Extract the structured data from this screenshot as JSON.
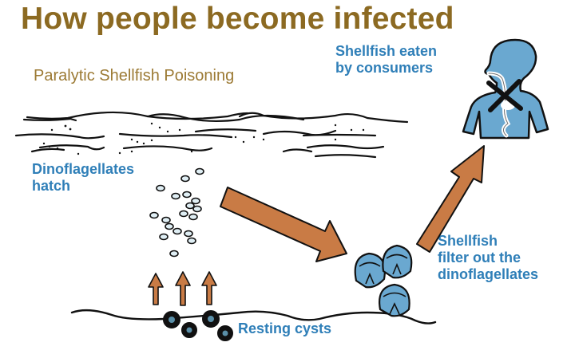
{
  "diagram": {
    "title": "How people become infected",
    "subtitle": "Paralytic Shellfish Poisoning",
    "colors": {
      "title": "#8c6a22",
      "subtitle": "#9c7a34",
      "label_blue": "#2f7fb8",
      "arrow_fill": "#c97b45",
      "body_fill": "#6aa8d0",
      "shellfish_fill": "#6aa8d0",
      "outline": "#111111"
    },
    "stages": [
      {
        "id": "hatch",
        "label_line1": "Dinoflagellates",
        "label_line2": "hatch",
        "icon": "dinoflagellate-cluster"
      },
      {
        "id": "filter",
        "label_line1": "Shellfish",
        "label_line2": "filter out the",
        "label_line3": "dinoflagellates",
        "icon": "shellfish-icon"
      },
      {
        "id": "eaten",
        "label_line1": "Shellfish eaten",
        "label_line2": "by consumers",
        "icon": "human-body-icon"
      },
      {
        "id": "cysts",
        "label_line1": "Resting cysts",
        "icon": "resting-cyst-icon"
      }
    ],
    "flow": [
      {
        "from": "cysts",
        "to": "hatch",
        "arrow": "three small upward arrows"
      },
      {
        "from": "hatch",
        "to": "filter",
        "arrow": "large diagonal down-right arrow"
      },
      {
        "from": "filter",
        "to": "eaten",
        "arrow": "large diagonal up-right arrow"
      }
    ]
  }
}
